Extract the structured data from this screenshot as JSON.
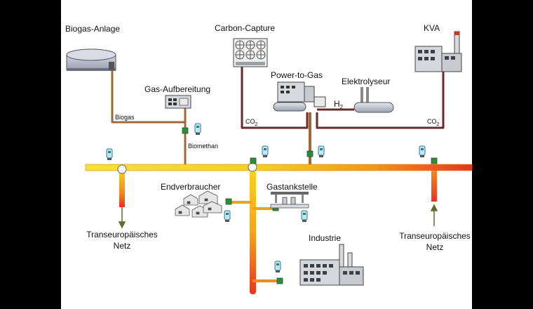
{
  "labels": {
    "biogas_anlage": "Biogas-Anlage",
    "carbon_capture": "Carbon-Capture",
    "kva": "KVA",
    "gas_aufbereitung": "Gas-Aufbereitung",
    "power_to_gas": "Power-to-Gas",
    "elektrolyseur": "Elektrolyseur",
    "biogas": "Biogas",
    "biomethan": "Biomethan",
    "h2": "H",
    "h2_sub": "2",
    "co2_left": "CO",
    "co2_left_sub": "2",
    "co2_right": "CO",
    "co2_right_sub": "2",
    "endverbraucher": "Endverbraucher",
    "gastankstelle": "Gastankstelle",
    "industrie": "Industrie",
    "netz_left_1": "Transeuropäisches",
    "netz_left_2": "Netz",
    "netz_right_1": "Transeuropäisches",
    "netz_right_2": "Netz"
  },
  "colors": {
    "background": "#000000",
    "panel": "#ffffff",
    "pipe_brown": "#a0683a",
    "pipe_dark": "#6b2a2a",
    "pipe_yellow": "#f7d21c",
    "pipe_orange": "#f08a1c",
    "pipe_red": "#e8321e",
    "valve_green": "#2e8b3e",
    "meter_cyan": "#3bb0c0"
  }
}
